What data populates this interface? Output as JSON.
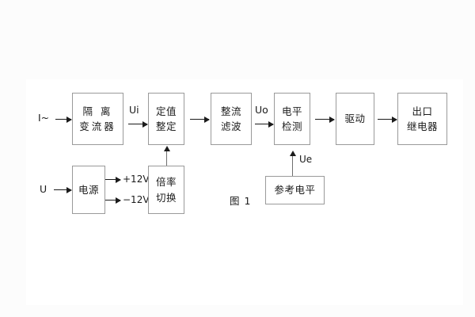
{
  "figure": {
    "caption": "图 1",
    "background": "#fcfcfc",
    "panel_color": "#ffffff",
    "box_border_color": "#9a9a9a",
    "line_color": "#1b1b1b"
  },
  "inputs": {
    "current_label": "I~",
    "voltage_label": "U"
  },
  "signals": {
    "ui": "Ui",
    "uo": "Uo",
    "ue": "Ue",
    "pos_supply": "+12V",
    "neg_supply": "−12V"
  },
  "blocks": [
    {
      "id": "isolation-transformer",
      "line1": "隔 离",
      "line2": "变流器"
    },
    {
      "id": "setting-value",
      "line1": "定值",
      "line2": "整定"
    },
    {
      "id": "rectifier-filter",
      "line1": "整流",
      "line2": "滤波"
    },
    {
      "id": "level-detection",
      "line1": "电平",
      "line2": "检测"
    },
    {
      "id": "drive",
      "line1": "驱动",
      "line2": ""
    },
    {
      "id": "output-relay",
      "line1": "出口",
      "line2": "继电器"
    },
    {
      "id": "power-supply",
      "line1": "电源",
      "line2": ""
    },
    {
      "id": "multiplier-switch",
      "line1": "倍率",
      "line2": "切换"
    },
    {
      "id": "reference-level",
      "line1": "参考电平",
      "line2": ""
    }
  ]
}
